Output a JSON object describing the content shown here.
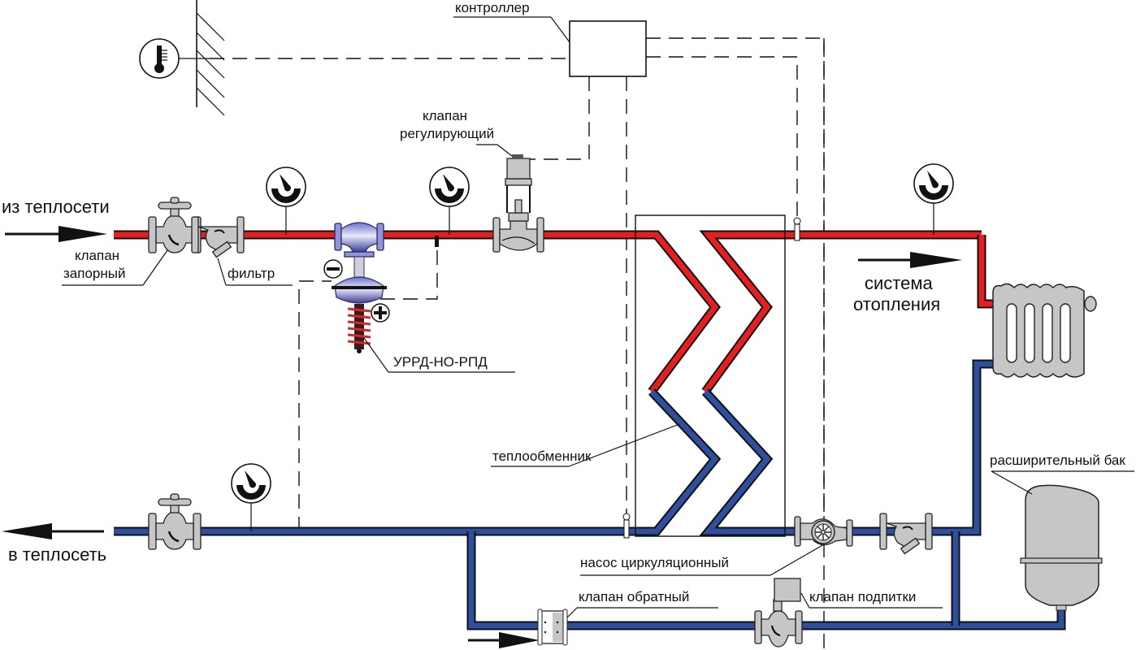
{
  "diagram": {
    "title": "Схема подключения системы отопления через теплообменник",
    "colors": {
      "supply_pipe": "#e3201f",
      "return_pipe": "#2d4f9e",
      "equipment": "#c6c6c6",
      "regulator": "#8f93d8",
      "line": "#111111",
      "background": "#ffffff"
    },
    "labels": {
      "from_network": "из теплосети",
      "to_network": "в теплосеть",
      "shutoff_valve_l1": "клапан",
      "shutoff_valve_l2": "запорный",
      "filter": "фильтр",
      "regulator": "УРРД-НО-РПД",
      "control_valve_l1": "клапан",
      "control_valve_l2": "регулирующий",
      "controller": "контроллер",
      "heat_exchanger": "теплообменник",
      "heating_system_l1": "система",
      "heating_system_l2": "отопления",
      "expansion_tank": "расширительный бак",
      "circulation_pump": "насос циркуляционный",
      "check_valve": "клапан обратный",
      "makeup_valve": "клапан подпитки"
    },
    "symbols": {
      "minus": "⊖",
      "plus": "⊕"
    },
    "components": [
      {
        "id": "outdoor-temperature-sensor",
        "icon": "thermometer-icon"
      },
      {
        "id": "controller",
        "icon": "box"
      },
      {
        "id": "shutoff-valve-supply",
        "icon": "globe-valve-icon"
      },
      {
        "id": "strainer-supply",
        "icon": "y-strainer-icon"
      },
      {
        "id": "differential-pressure-regulator",
        "icon": "regulator-icon"
      },
      {
        "id": "control-valve",
        "icon": "motorized-valve-icon"
      },
      {
        "id": "plate-heat-exchanger",
        "icon": "zigzag-coil-icon"
      },
      {
        "id": "radiator",
        "icon": "radiator-icon"
      },
      {
        "id": "expansion-tank",
        "icon": "tank-icon"
      },
      {
        "id": "circulation-pump",
        "icon": "pump-icon"
      },
      {
        "id": "strainer-return",
        "icon": "y-strainer-icon"
      },
      {
        "id": "check-valve",
        "icon": "check-valve-icon"
      },
      {
        "id": "makeup-valve",
        "icon": "solenoid-valve-icon"
      },
      {
        "id": "shutoff-valve-return",
        "icon": "globe-valve-icon"
      },
      {
        "id": "pressure-gauges",
        "count": 4,
        "icon": "pressure-gauge-icon"
      }
    ]
  }
}
